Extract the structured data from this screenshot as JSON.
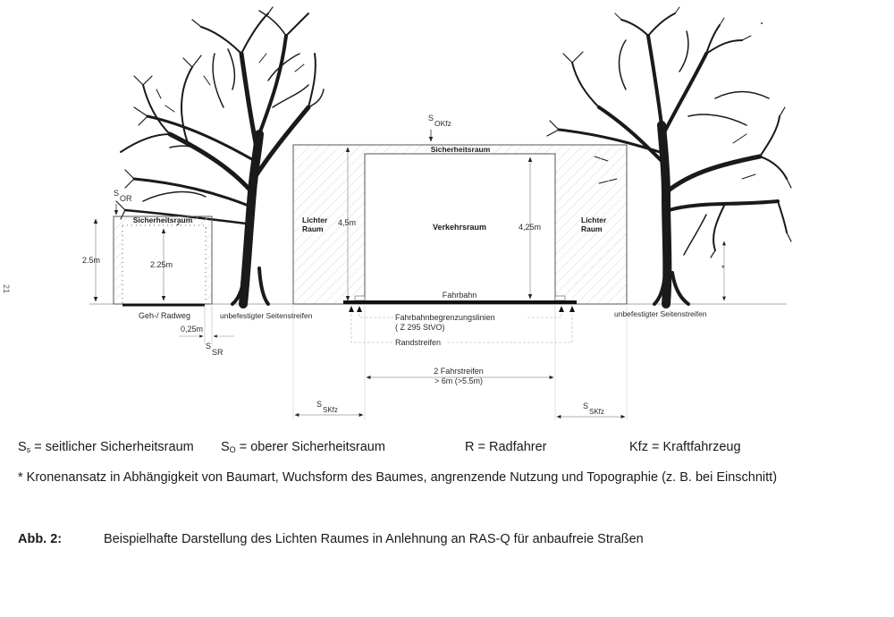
{
  "diagram": {
    "left_path": {
      "s_or_label": "S",
      "s_or_sub": "OR",
      "safety_label": "Sicherheitsraum",
      "height_outer": "2.5m",
      "height_inner": "2.25m",
      "path_label": "Geh-/ Radweg",
      "side_gap": "0,25m",
      "s_sr_label": "S",
      "s_sr_sub": "SR"
    },
    "shoulder_left_label": "unbefestigter Seitenstreifen",
    "shoulder_right_label": "unbefestigter Seitenstreifen",
    "road": {
      "s_okfz_label": "S",
      "s_okfz_sub": "OKfz",
      "safety_label": "Sicherheitsraum",
      "clear_space_left": [
        "Lichter",
        "Raum"
      ],
      "clear_space_right": [
        "Lichter",
        "Raum"
      ],
      "height_outer": "4,5m",
      "height_inner": "4,25m",
      "traffic_space_label": "Verkehrsraum",
      "carriageway_label": "Fahrbahn",
      "boundary_lines_label": "Fahrbahnbegrenzungslinien",
      "boundary_lines_sub": "( Z 295 StVO)",
      "edge_strip_label": "Randstreifen",
      "lanes_label": "2 Fahrstreifen",
      "lanes_width": "> 6m (>5.5m)",
      "s_skfz_left": "S",
      "s_skfz_left_sub": "SKfz",
      "s_skfz_right": "S",
      "s_skfz_right_sub": "SKfz"
    },
    "tree_crown_marker": "*",
    "page_number": "21"
  },
  "legend": {
    "items": [
      {
        "sym": "S",
        "sub": "s",
        "text": "= seitlicher Sicherheitsraum"
      },
      {
        "sym": "S",
        "sub": "O",
        "text": "= oberer Sicherheitsraum"
      },
      {
        "sym": "R",
        "sub": "",
        "text": "= Radfahrer"
      },
      {
        "sym": "Kfz",
        "sub": "",
        "text": "= Kraftfahrzeug"
      }
    ],
    "footnote": "* Kronenansatz in Abhängigkeit von Baumart, Wuchsform des Baumes, angrenzende Nutzung und Topographie (z. B. bei Einschnitt)"
  },
  "caption": {
    "number": "Abb. 2:",
    "text": "Beispielhafte Darstellung des Lichten Raumes in Anlehnung an RAS-Q für anbaufreie Straßen"
  }
}
